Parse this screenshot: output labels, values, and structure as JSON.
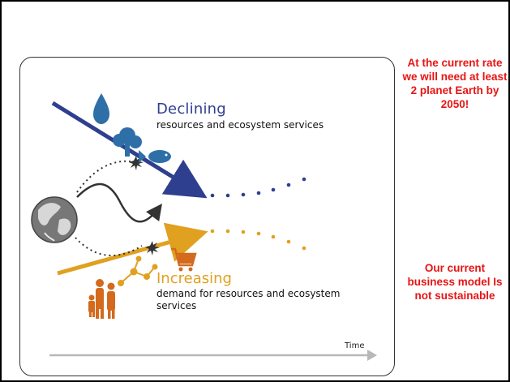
{
  "diagram": {
    "declining": {
      "title": "Declining",
      "subtitle": "resources and ecosystem services"
    },
    "increasing": {
      "title": "Increasing",
      "subtitle": "demand for resources and ecosystem services"
    },
    "time_axis_label": "Time",
    "colors": {
      "declining": "#2e3f8f",
      "increasing": "#e0a020",
      "arrow_gray": "#b8b8b8",
      "globe": "#6f6f6f"
    },
    "icons": [
      "water-drop-icon",
      "tree-icon",
      "fish-icon",
      "globe-icon",
      "people-icon",
      "molecule-icon",
      "shopping-cart-icon"
    ]
  },
  "notes": {
    "top": "At the current rate we will need at least 2 planet Earth by 2050!",
    "bottom": "Our current business model Is not sustainable",
    "color": "#e81414"
  }
}
